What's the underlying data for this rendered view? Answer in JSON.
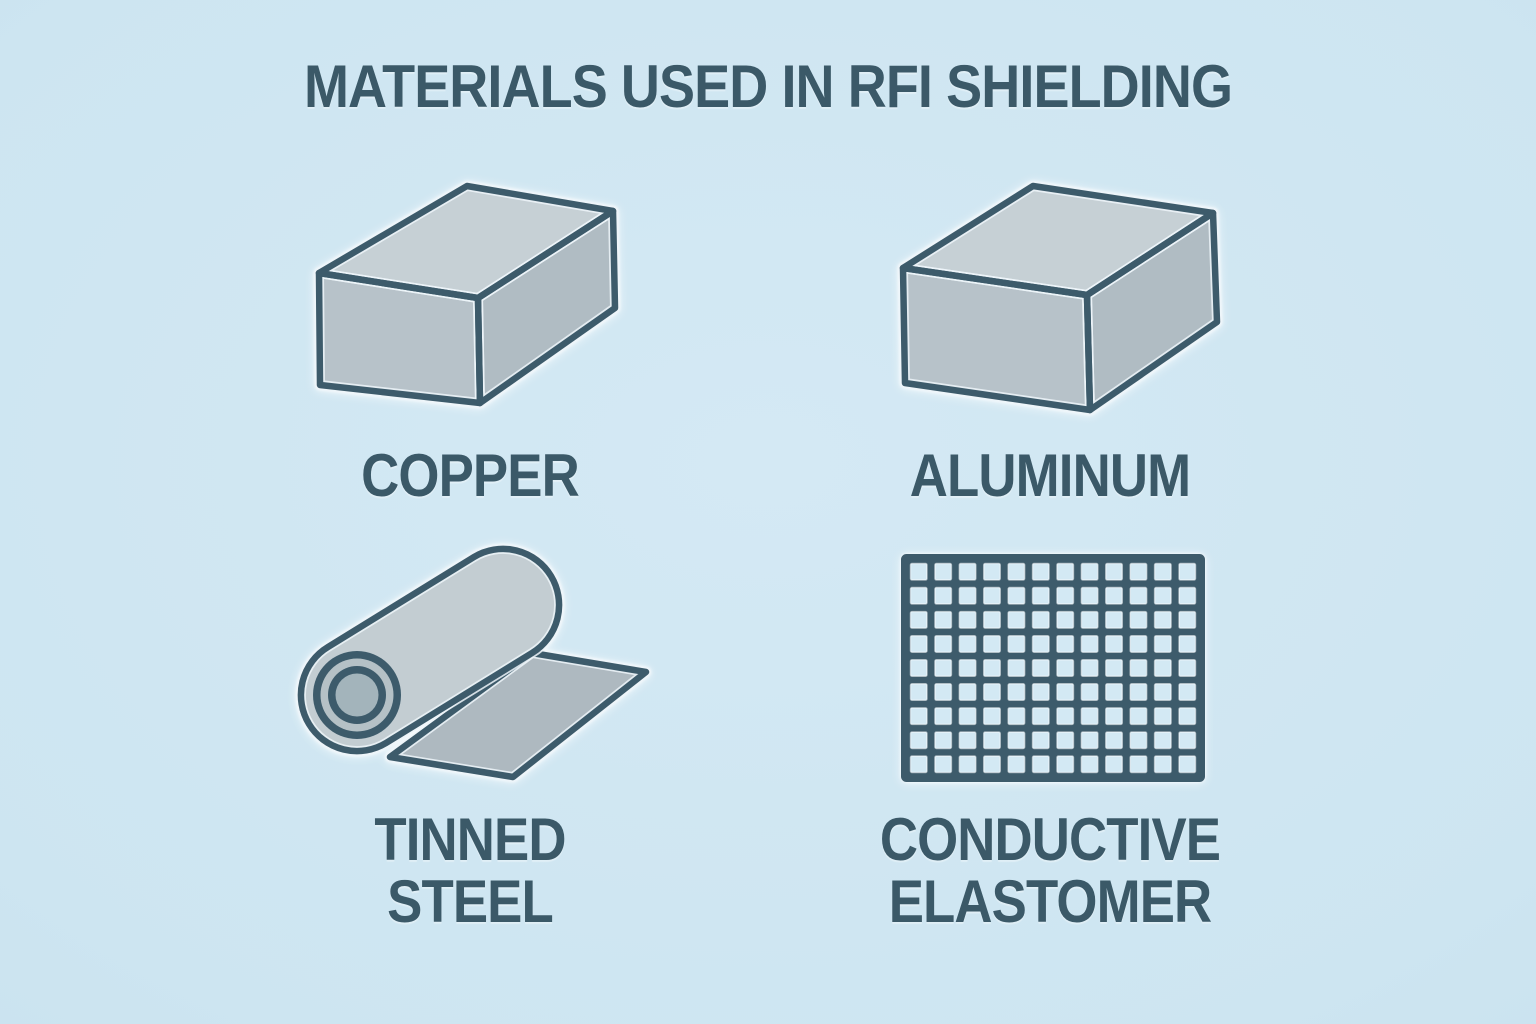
{
  "title": "MATERIALS USED IN RFI SHIELDING",
  "items": [
    {
      "name": "copper",
      "label": "COPPER",
      "lines": [
        "COPPER"
      ],
      "icon": "copper-block-icon"
    },
    {
      "name": "aluminum",
      "label": "ALUMINUM",
      "lines": [
        "ALUMINUM"
      ],
      "icon": "aluminum-block-icon"
    },
    {
      "name": "tinned-steel",
      "label": "TINNED STEEL",
      "lines": [
        "TINNED",
        "STEEL"
      ],
      "icon": "tinned-steel-roll-icon"
    },
    {
      "name": "conductive-elastomer",
      "label": "CONDUCTIVE ELASTOMER",
      "lines": [
        "CONDUCTIVE",
        "ELASTOMER"
      ],
      "icon": "conductive-elastomer-mesh-icon"
    }
  ],
  "mesh": {
    "cols": 12,
    "rows": 9
  },
  "colors": {
    "background": "#cde5f1",
    "ink": "#3b5968",
    "line": "#3d5b6b",
    "block_top": "#c6d0d5",
    "block_front": "#b7c2c9",
    "block_side": "#b0bcc3",
    "roll_body": "#c3cdd2",
    "sheet": "#aeb9c0",
    "ring_gray": "#b5c1c6",
    "ring_core": "#a3b4bb",
    "mesh_bar": "#3d5b6b",
    "mesh_hole": "#d3e9f4"
  }
}
